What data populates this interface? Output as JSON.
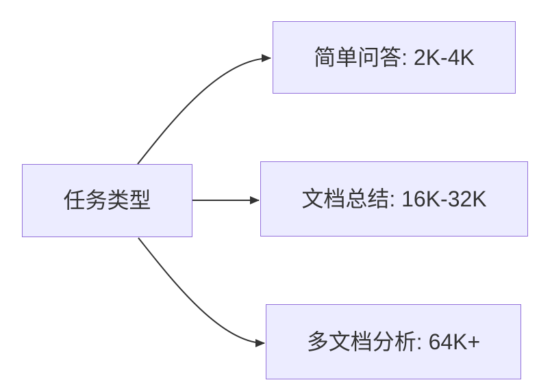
{
  "diagram": {
    "type": "flowchart-lr",
    "nodes": {
      "root": {
        "label": "任务类型"
      },
      "simple_qa": {
        "label": "简单问答: 2K-4K"
      },
      "doc_summary": {
        "label": "文档总结: 16K-32K"
      },
      "multi_doc": {
        "label": "多文档分析: 64K+"
      }
    },
    "edges": [
      {
        "from": "任务类型",
        "to": "简单问答: 2K-4K"
      },
      {
        "from": "任务类型",
        "to": "文档总结: 16K-32K"
      },
      {
        "from": "任务类型",
        "to": "多文档分析: 64K+"
      }
    ],
    "colors": {
      "node_fill": "#ECECFF",
      "node_border": "#9370DB",
      "edge": "#333333",
      "text": "#333333",
      "background": "#FFFFFF"
    }
  }
}
